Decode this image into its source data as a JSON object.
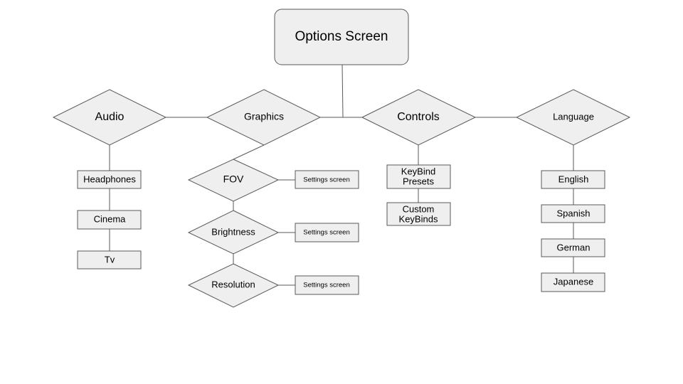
{
  "diagram": {
    "root": "Options Screen",
    "categories": {
      "audio": "Audio",
      "graphics": "Graphics",
      "controls": "Controls",
      "language": "Language"
    },
    "audio_options": [
      "Headphones",
      "Cinema",
      "Tv"
    ],
    "graphics_options": [
      "FOV",
      "Brightness",
      "Resolution"
    ],
    "settings_label": "Settings screen",
    "controls_options": [
      [
        "KeyBind",
        "Presets"
      ],
      [
        "Custom",
        "KeyBinds"
      ]
    ],
    "language_options": [
      "English",
      "Spanish",
      "German",
      "Japanese"
    ]
  },
  "colors": {
    "node_fill": "#efefef",
    "node_stroke": "#595959",
    "text": "#000000"
  }
}
